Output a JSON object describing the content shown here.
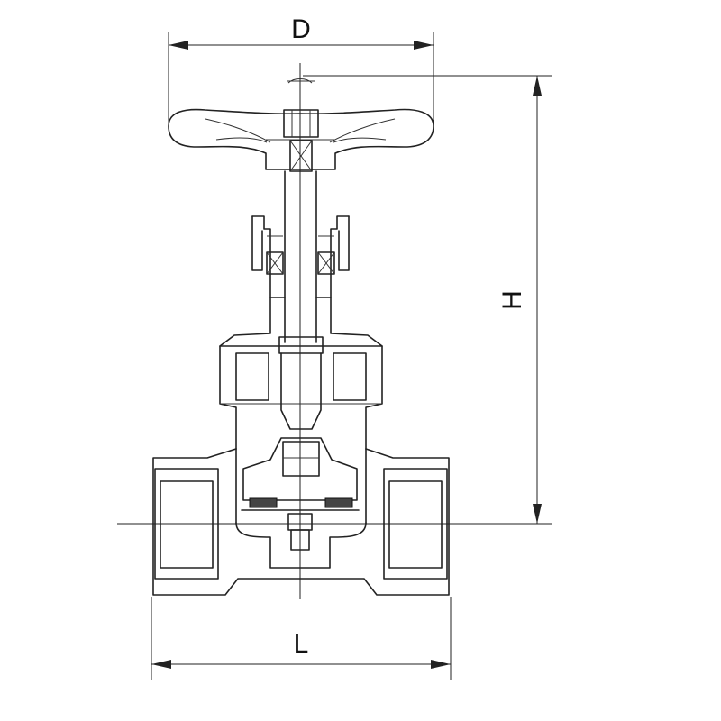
{
  "dimensions": {
    "d_label": "D",
    "h_label": "H",
    "l_label": "L"
  }
}
